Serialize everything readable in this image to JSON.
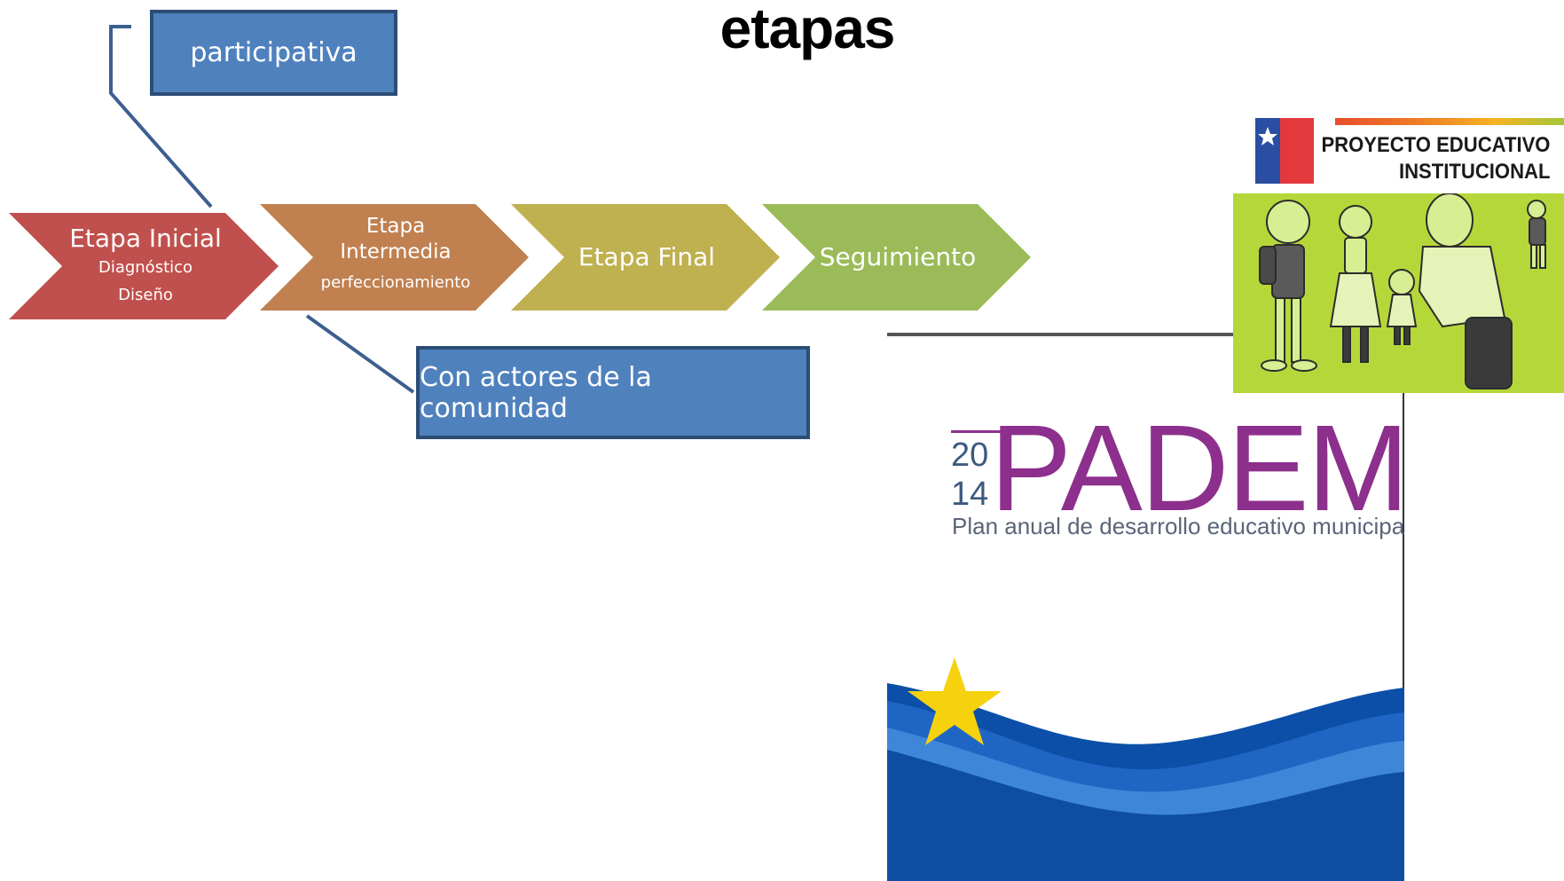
{
  "slide": {
    "title": "etapas"
  },
  "diagram": {
    "top_box": "participativa",
    "bottom_box": "Con actores de la comunidad",
    "stages": [
      {
        "title": "Etapa Inicial",
        "subtitle_1": "Diagnóstico",
        "subtitle_2": "Diseño",
        "color": "#c0504d"
      },
      {
        "title_line_1": "Etapa",
        "title_line_2": "Intermedia",
        "subtitle": "perfeccionamiento",
        "color": "#c0804f"
      },
      {
        "title": "Etapa Final",
        "color": "#bfb050"
      },
      {
        "title": "Seguimiento",
        "color": "#9bbb59"
      }
    ],
    "box_color": "#4f81bd"
  },
  "pei_image": {
    "title_line_1": "PROYECTO EDUCATIVO",
    "title_line_2": "INSTITUCIONAL",
    "background": "#b6d73a"
  },
  "padem_image": {
    "year_top": "20",
    "year_bottom": "14",
    "word": "PADEM",
    "subtitle": "Plan anual de desarrollo educativo municipal",
    "accent": "#8d2f8c",
    "wave_color": "#1f5fb5",
    "star_color": "#f5d20d"
  }
}
